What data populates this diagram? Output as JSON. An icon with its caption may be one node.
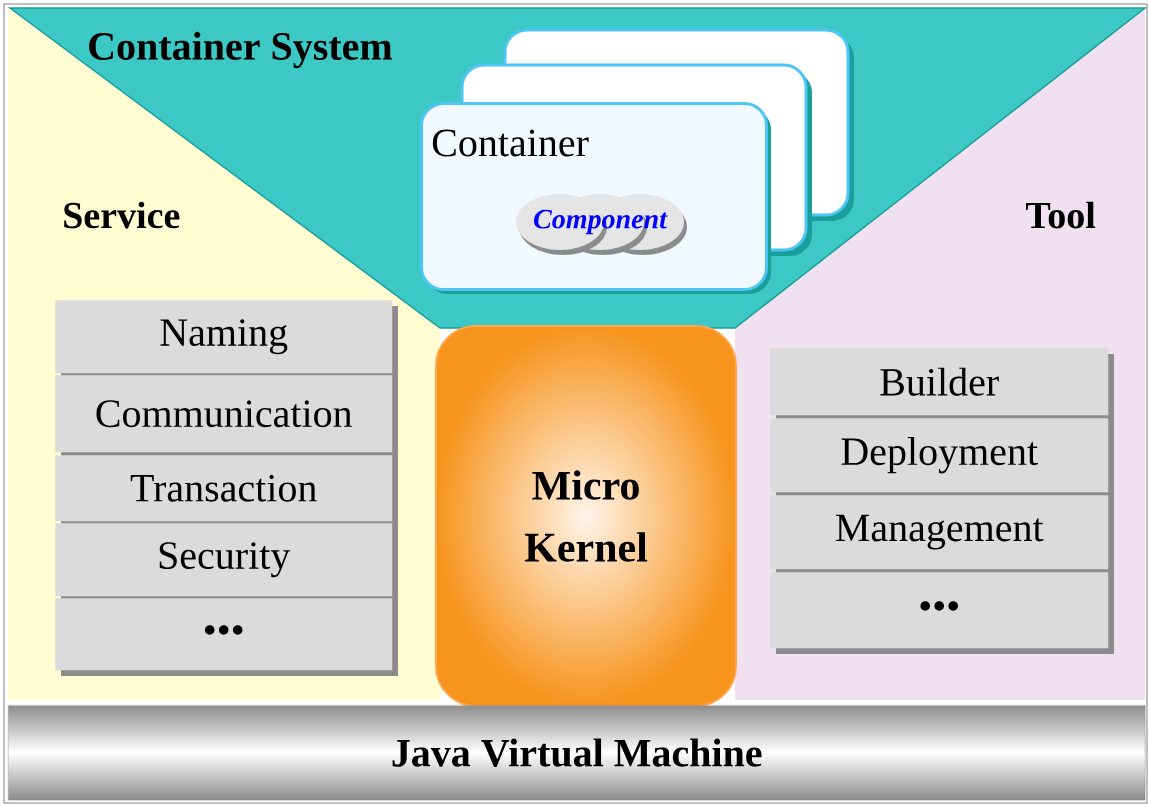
{
  "diagram": {
    "nodes": [
      {
        "text": [
          "Container System"
        ]
      },
      {
        "text": [
          "Container"
        ],
        "in": 0
      },
      {
        "text": [
          "Component"
        ],
        "in": 1
      },
      {
        "text": [
          "Service"
        ]
      },
      {
        "text": [
          "Naming"
        ],
        "in": 3
      },
      {
        "text": [
          "Communication"
        ],
        "in": 3
      },
      {
        "text": [
          "Transaction"
        ],
        "in": 3
      },
      {
        "text": [
          "Security"
        ],
        "in": 3
      },
      {
        "text": [
          "•••"
        ],
        "in": 3
      },
      {
        "text": [
          "Micro Kernel"
        ]
      },
      {
        "text": [
          "Tool"
        ]
      },
      {
        "text": [
          "Builder"
        ],
        "in": 10
      },
      {
        "text": [
          "Deployment"
        ],
        "in": 10
      },
      {
        "text": [
          "Management"
        ],
        "in": 10
      },
      {
        "text": [
          "•••"
        ],
        "in": 10
      },
      {
        "text": [
          "Java Virtual Machine"
        ]
      }
    ]
  }
}
